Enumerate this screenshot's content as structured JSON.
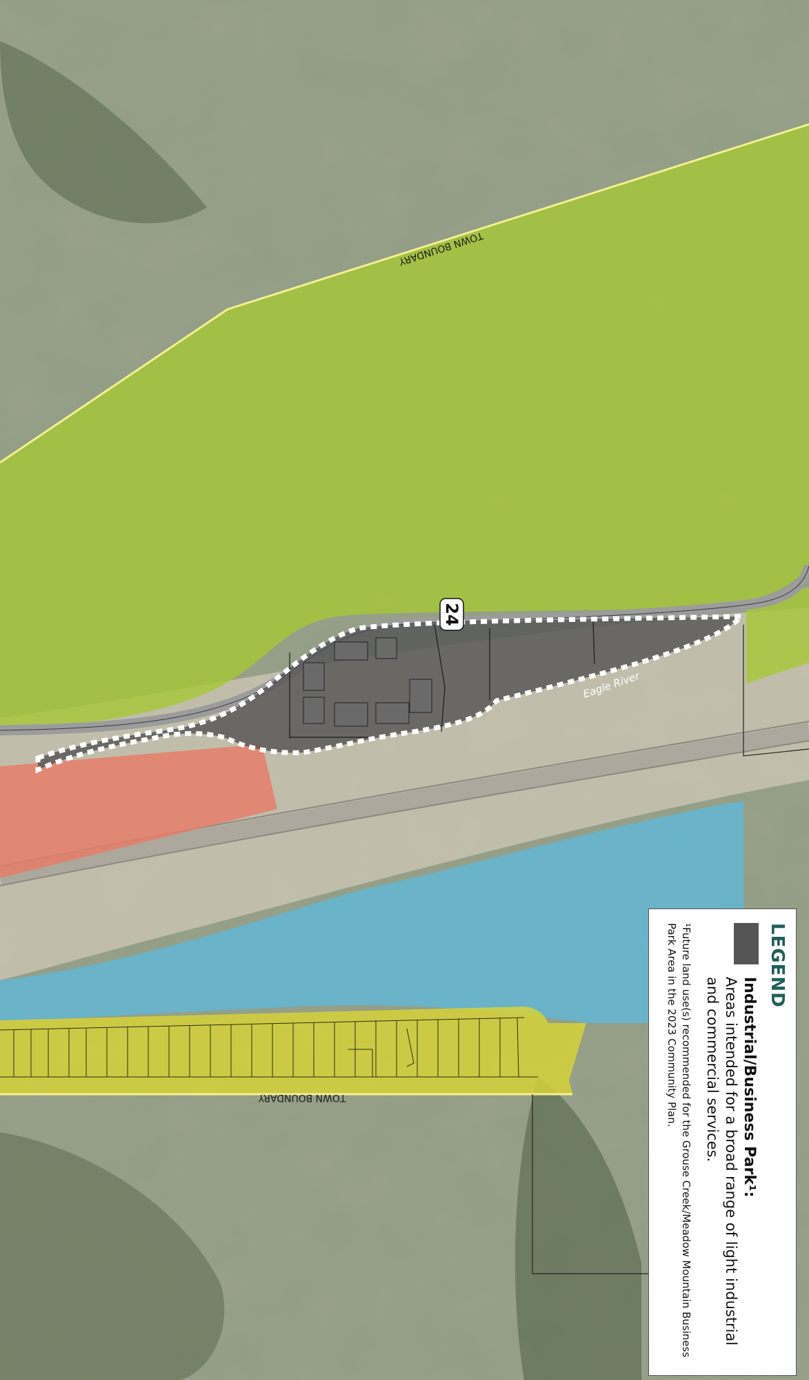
{
  "map": {
    "highway_shield": "24",
    "river_label": "Eagle River",
    "boundary_label_top": "TOWN BOUNDARY",
    "boundary_label_bottom": "TOWN BOUNDARY"
  },
  "legend": {
    "title": "LEGEND",
    "item_title": "Industrial/Business Park¹:",
    "item_description": "Areas intended for a broad range of light industrial and commercial services.",
    "footnote": "¹Future land use(s) recommended for the Grouse Creek/Meadow Mountain Business Park Area in the 2023 Community Plan."
  },
  "colors": {
    "industrial": "#555555",
    "open_space_green": "#a6c836",
    "residential_yellow": "#d6d13a",
    "public_blue": "#5fb8d8",
    "commercial_red": "#e87a66",
    "terrain": "#9aa18a",
    "town_boundary": "#f3f18f",
    "legend_title": "#1f5f5a"
  }
}
